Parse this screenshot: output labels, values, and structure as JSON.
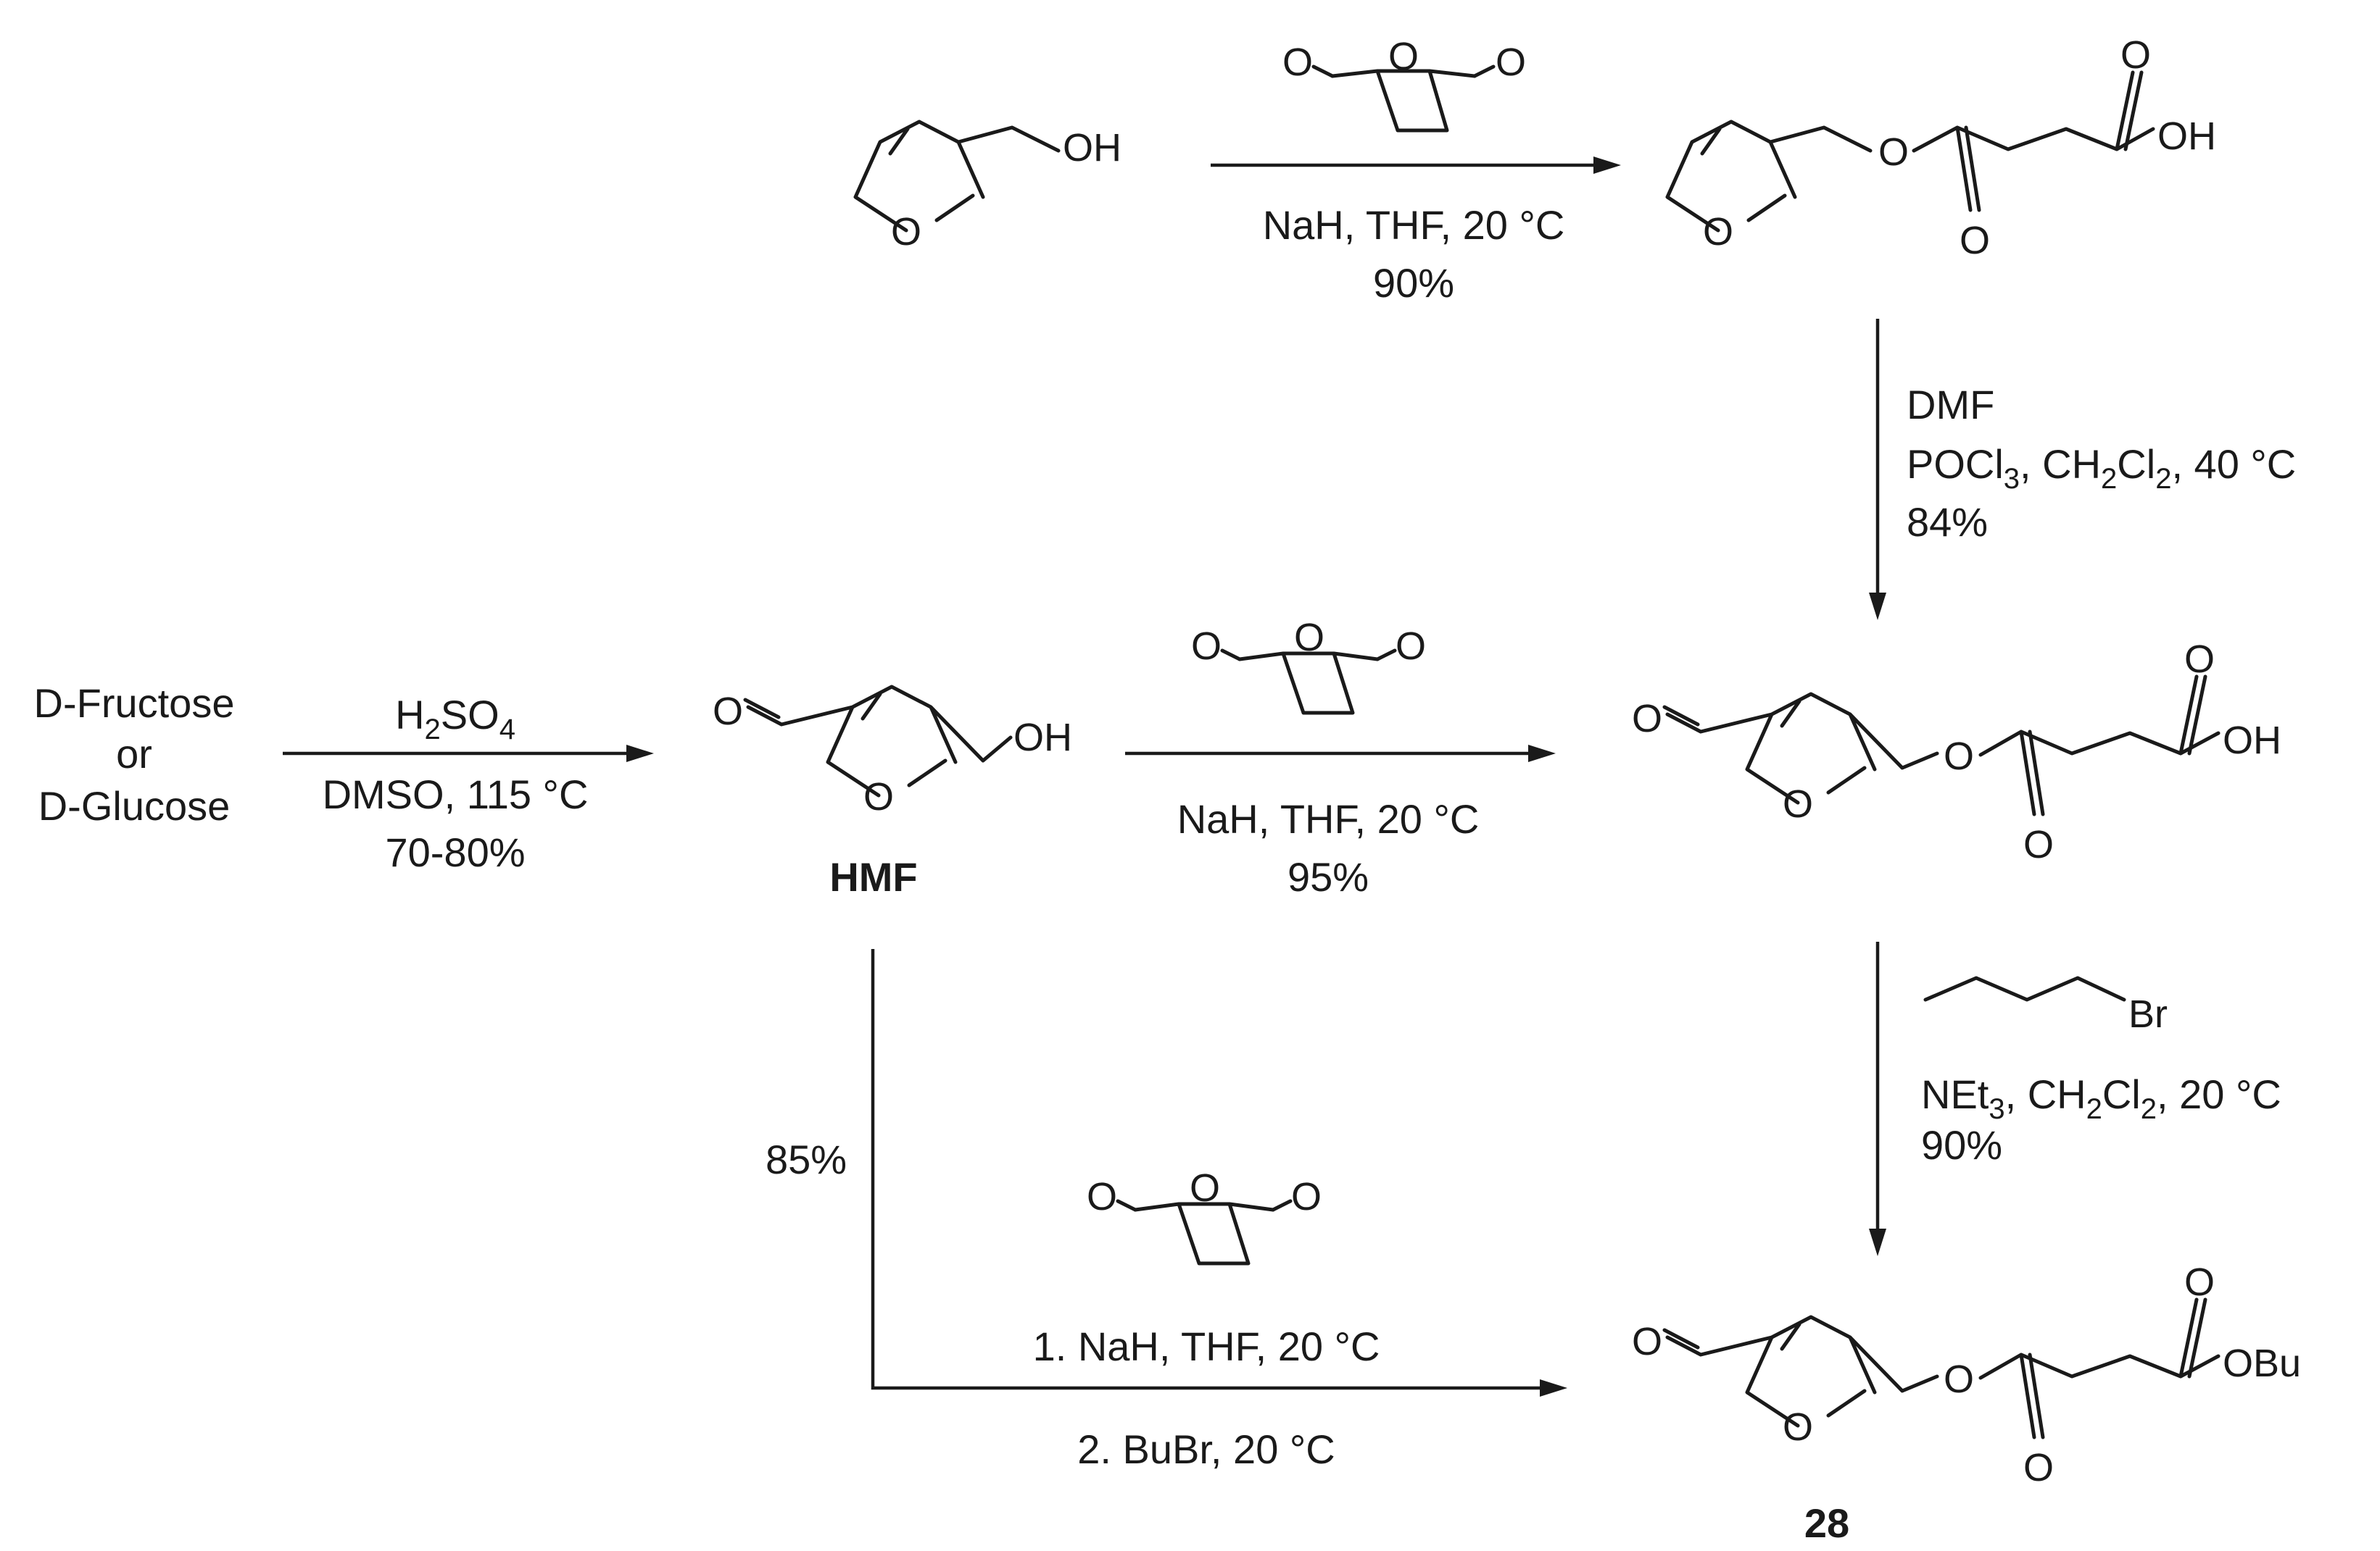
{
  "atoms": {
    "O": "O",
    "OH": "OH",
    "OBu": "OBu",
    "Br": "Br"
  },
  "start_material": {
    "line1": "D-Fructose",
    "line2": "or",
    "line3": "D-Glucose"
  },
  "compounds": {
    "hmf_label": "HMF",
    "product_label": "28"
  },
  "steps": {
    "top": {
      "line1": "NaH, THF,  20 °C",
      "line2": "90%"
    },
    "vilsmeier": {
      "line1": "DMF",
      "line2_main": "POCl",
      "line2_sub": "3",
      "line2_mid": ", CH",
      "line2_sub2": "2",
      "line2_mid2": "Cl",
      "line2_sub3": "2",
      "line2_end": ", 40 °C",
      "line3": "84%"
    },
    "dehydration": {
      "reagent_main": "H",
      "reagent_sub": "2",
      "reagent_mid": "SO",
      "reagent_sub2": "4",
      "line2": "DMSO, 115 °C",
      "line3": "70-80%"
    },
    "acylation": {
      "line1": "NaH, THF,  20 °C",
      "line2": "95%"
    },
    "esterification": {
      "line2_main": "NEt",
      "line2_sub": "3",
      "line2_mid": ", CH",
      "line2_sub2": "2",
      "line2_mid2": "Cl",
      "line2_sub3": "2",
      "line2_end": ", 20 °C",
      "line3": "90%"
    },
    "one_pot": {
      "yield": "85%",
      "line1": "1. NaH, THF,  20 °C",
      "line2": "2. BuBr, 20 °C"
    }
  }
}
